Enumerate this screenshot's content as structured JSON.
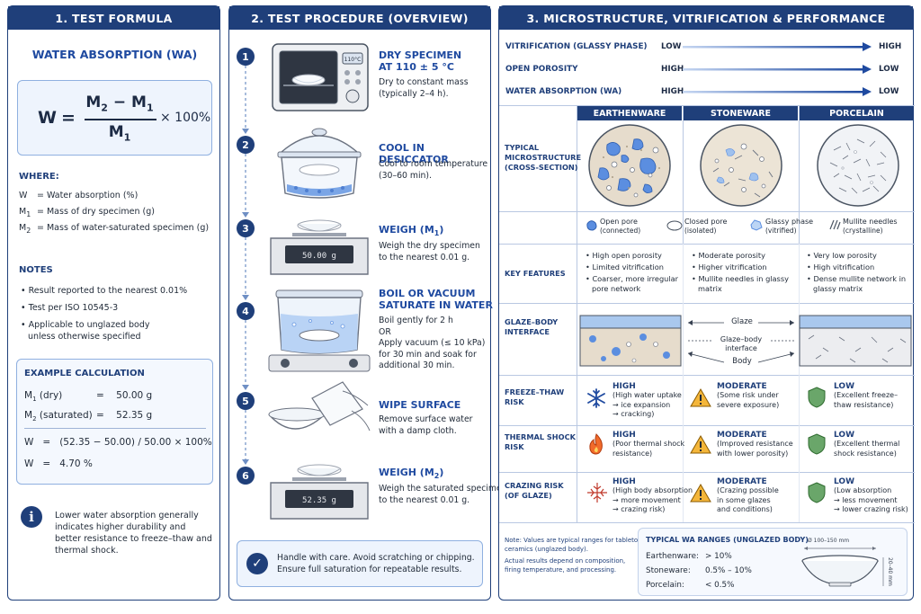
{
  "panel1": {
    "header": "1. TEST FORMULA",
    "subtitle": "WATER ABSORPTION (WA)",
    "formula": {
      "lhs": "W",
      "eq": "=",
      "num": "M2 − M1",
      "den": "M1",
      "mult": "× 100%"
    },
    "where_title": "WHERE:",
    "where": [
      {
        "sym": "W",
        "sub": "",
        "text": "= Water absorption (%)"
      },
      {
        "sym": "M",
        "sub": "1",
        "text": "= Mass of dry specimen (g)"
      },
      {
        "sym": "M",
        "sub": "2",
        "text": "= Mass of water-saturated specimen (g)"
      }
    ],
    "notes_title": "NOTES",
    "notes": [
      "Result reported to the nearest 0.01%",
      "Test per ISO 10545-3",
      "Applicable to unglazed body unless otherwise specified"
    ],
    "example_title": "EXAMPLE CALCULATION",
    "example": {
      "m1_label": "M",
      "m1_sub": "1",
      "m1_tail": "(dry)",
      "m1_val": "=    50.00 g",
      "m2_label": "M",
      "m2_sub": "2",
      "m2_tail": "(saturated)",
      "m2_val": "=    52.35 g",
      "line1": "W   =   (52.35 − 50.00) / 50.00 × 100%",
      "line2": "W   =   4.70 %"
    },
    "info": "Lower water absorption generally indicates higher durability and better resistance to freeze–thaw and thermal shock."
  },
  "panel2": {
    "header": "2. TEST PROCEDURE (OVERVIEW)",
    "steps": [
      {
        "n": "1",
        "title": "DRY SPECIMEN\nAT 110 ± 5 °C",
        "desc": "Dry to constant mass\n(typically 2–4 h)."
      },
      {
        "n": "2",
        "title": "COOL IN DESICCATOR",
        "desc": "Cool to room temperature\n(30–60 min)."
      },
      {
        "n": "3",
        "title": "WEIGH (M₁)",
        "desc": "Weigh the dry specimen\nto the nearest 0.01 g."
      },
      {
        "n": "4",
        "title": "BOIL OR VACUUM\nSATURATE IN WATER",
        "desc": "Boil gently for 2 h\nOR\nApply vacuum (≤ 10 kPa)\nfor 30 min and soak for\nadditional 30 min."
      },
      {
        "n": "5",
        "title": "WIPE SURFACE",
        "desc": "Remove surface water\nwith a damp cloth."
      },
      {
        "n": "6",
        "title": "WEIGH (M₂)",
        "desc": "Weigh the saturated specimen\nto the nearest 0.01 g."
      }
    ],
    "oven_display": "110°C",
    "scale1": "50.00 g",
    "scale2": "52.35 g",
    "tip": "Handle with care. Avoid scratching or chipping.\nEnsure full saturation for repeatable results."
  },
  "panel3": {
    "header": "3. MICROSTRUCTURE, VITRIFICATION & PERFORMANCE",
    "trends": [
      {
        "label": "VITRIFICATION (GLASSY PHASE)",
        "from": "LOW",
        "to": "HIGH"
      },
      {
        "label": "OPEN POROSITY",
        "from": "HIGH",
        "to": "LOW"
      },
      {
        "label": "WATER ABSORPTION (WA)",
        "from": "HIGH",
        "to": "LOW"
      }
    ],
    "columns": [
      "EARTHENWARE",
      "STONEWARE",
      "PORCELAIN"
    ],
    "row_micro": "TYPICAL\nMICROSTRUCTURE\n(CROSS-SECTION)",
    "legend": [
      {
        "name": "Open pore",
        "sub": "(connected)"
      },
      {
        "name": "Closed pore",
        "sub": "(isolated)"
      },
      {
        "name": "Glassy phase",
        "sub": "(vitrified)"
      },
      {
        "name": "Mullite needles",
        "sub": "(crystalline)"
      }
    ],
    "row_features": "KEY FEATURES",
    "features": [
      [
        "High open porosity",
        "Limited vitrification",
        "Coarser, more irregular pore network"
      ],
      [
        "Moderate porosity",
        "Higher vitrification",
        "Mullite needles in glassy matrix"
      ],
      [
        "Very low porosity",
        "High vitrification",
        "Dense mullite network in glassy matrix"
      ]
    ],
    "row_glaze": "GLAZE–BODY\nINTERFACE",
    "glaze_labels": {
      "glaze": "Glaze",
      "interface": "Glaze–body\ninterface",
      "body": "Body"
    },
    "risks": [
      {
        "label": "FREEZE–THAW\nRISK",
        "cells": [
          {
            "level": "HIGH",
            "desc": "(High water uptake\n→ ice expansion\n→ cracking)"
          },
          {
            "level": "MODERATE",
            "desc": "(Some risk under\nsevere exposure)"
          },
          {
            "level": "LOW",
            "desc": "(Excellent freeze–\nthaw resistance)"
          }
        ]
      },
      {
        "label": "THERMAL SHOCK\nRISK",
        "cells": [
          {
            "level": "HIGH",
            "desc": "(Poor thermal shock\nresistance)"
          },
          {
            "level": "MODERATE",
            "desc": "(Improved resistance\nwith lower porosity)"
          },
          {
            "level": "LOW",
            "desc": "(Excellent thermal\nshock resistance)"
          }
        ]
      },
      {
        "label": "CRAZING RISK\n(OF GLAZE)",
        "cells": [
          {
            "level": "HIGH",
            "desc": "(High body absorption\n→ more movement\n→ crazing risk)"
          },
          {
            "level": "MODERATE",
            "desc": "(Crazing possible\nin some glazes\nand conditions)"
          },
          {
            "level": "LOW",
            "desc": "(Low absorption\n→ less movement\n→ lower crazing risk)"
          }
        ]
      }
    ],
    "note1": "Note: Values are typical ranges for tabletop\nceramics (unglazed body).",
    "note2": "Actual results depend on composition,\nfiring temperature, and processing.",
    "ranges_title": "TYPICAL WA RANGES (UNGLAZED BODY)",
    "ranges": [
      {
        "name": "Earthenware:",
        "val": "> 10%"
      },
      {
        "name": "Stoneware:",
        "val": "0.5% – 10%"
      },
      {
        "name": "Porcelain:",
        "val": "< 0.5%"
      }
    ],
    "dim_width": "Ø 100–150 mm",
    "dim_height": "20–40 mm"
  }
}
